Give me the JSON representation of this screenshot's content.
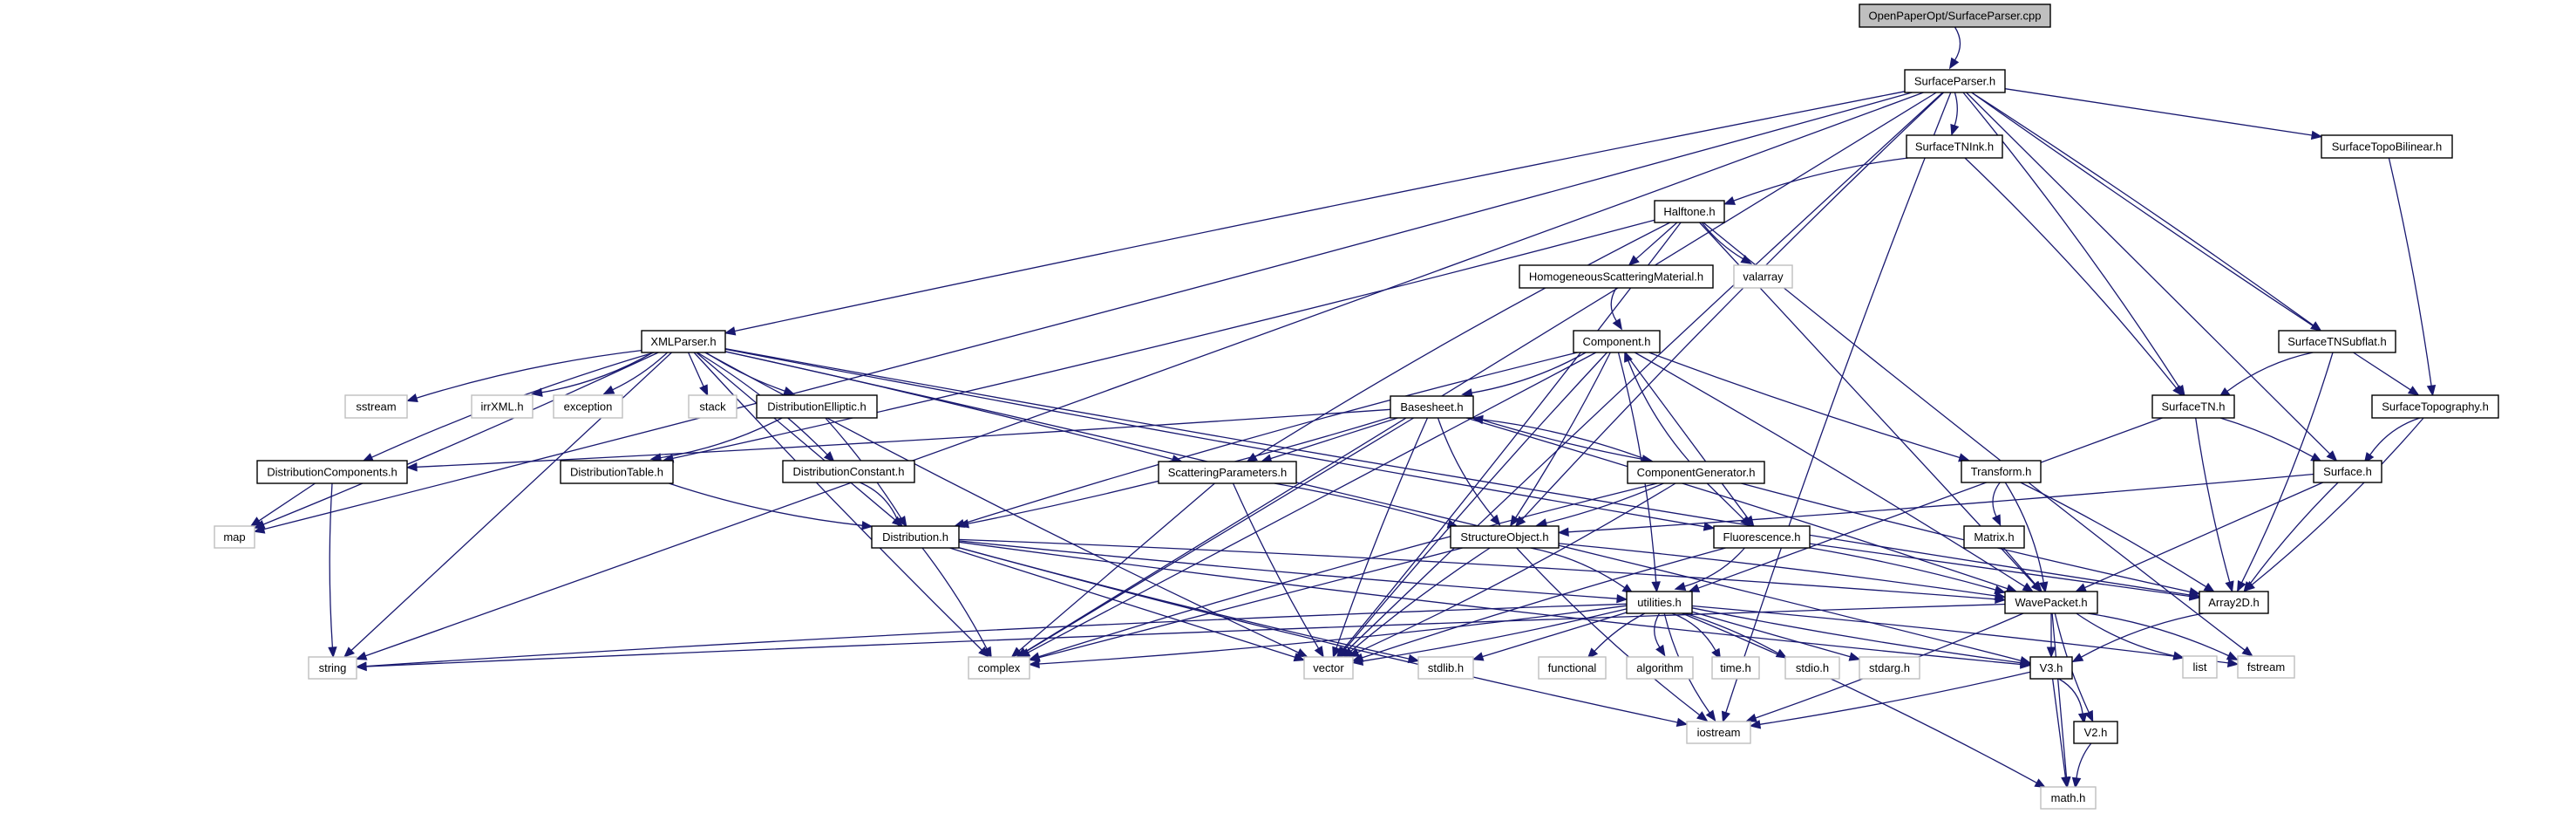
{
  "diagram": {
    "title": "Include dependency graph for OpenPaperOpt/SurfaceParser.cpp",
    "colors": {
      "edge": "#191970",
      "root_fill": "#bfbfbf",
      "header_border": "#000000",
      "system_border": "#bfbfbf",
      "node_fill": "#ffffff"
    },
    "nodes": [
      {
        "id": "root",
        "label": "OpenPaperOpt/SurfaceParser.cpp",
        "kind": "root"
      },
      {
        "id": "SurfaceParser",
        "label": "SurfaceParser.h",
        "kind": "header"
      },
      {
        "id": "SurfaceTNInk",
        "label": "SurfaceTNInk.h",
        "kind": "header"
      },
      {
        "id": "SurfaceTopoBilinear",
        "label": "SurfaceTopoBilinear.h",
        "kind": "header"
      },
      {
        "id": "Halftone",
        "label": "Halftone.h",
        "kind": "header"
      },
      {
        "id": "HomogeneousScatteringMaterial",
        "label": "HomogeneousScatteringMaterial.h",
        "kind": "header"
      },
      {
        "id": "valarray",
        "label": "valarray",
        "kind": "system"
      },
      {
        "id": "XMLParser",
        "label": "XMLParser.h",
        "kind": "header"
      },
      {
        "id": "Component",
        "label": "Component.h",
        "kind": "header"
      },
      {
        "id": "SurfaceTNSubflat",
        "label": "SurfaceTNSubflat.h",
        "kind": "header"
      },
      {
        "id": "sstream",
        "label": "sstream",
        "kind": "system"
      },
      {
        "id": "irrXML",
        "label": "irrXML.h",
        "kind": "system"
      },
      {
        "id": "exception",
        "label": "exception",
        "kind": "system"
      },
      {
        "id": "stack",
        "label": "stack",
        "kind": "system"
      },
      {
        "id": "DistributionElliptic",
        "label": "DistributionElliptic.h",
        "kind": "header"
      },
      {
        "id": "Basesheet",
        "label": "Basesheet.h",
        "kind": "header"
      },
      {
        "id": "SurfaceTN",
        "label": "SurfaceTN.h",
        "kind": "header"
      },
      {
        "id": "SurfaceTopography",
        "label": "SurfaceTopography.h",
        "kind": "header"
      },
      {
        "id": "DistributionComponents",
        "label": "DistributionComponents.h",
        "kind": "header"
      },
      {
        "id": "DistributionTable",
        "label": "DistributionTable.h",
        "kind": "header"
      },
      {
        "id": "DistributionConstant",
        "label": "DistributionConstant.h",
        "kind": "header"
      },
      {
        "id": "ScatteringParameters",
        "label": "ScatteringParameters.h",
        "kind": "header"
      },
      {
        "id": "ComponentGenerator",
        "label": "ComponentGenerator.h",
        "kind": "header"
      },
      {
        "id": "Transform",
        "label": "Transform.h",
        "kind": "header"
      },
      {
        "id": "Surface",
        "label": "Surface.h",
        "kind": "header"
      },
      {
        "id": "map",
        "label": "map",
        "kind": "system"
      },
      {
        "id": "Distribution",
        "label": "Distribution.h",
        "kind": "header"
      },
      {
        "id": "StructureObject",
        "label": "StructureObject.h",
        "kind": "header"
      },
      {
        "id": "Fluorescence",
        "label": "Fluorescence.h",
        "kind": "header"
      },
      {
        "id": "Matrix",
        "label": "Matrix.h",
        "kind": "header"
      },
      {
        "id": "utilities",
        "label": "utilities.h",
        "kind": "header"
      },
      {
        "id": "WavePacket",
        "label": "WavePacket.h",
        "kind": "header"
      },
      {
        "id": "Array2D",
        "label": "Array2D.h",
        "kind": "header"
      },
      {
        "id": "string",
        "label": "string",
        "kind": "system"
      },
      {
        "id": "complex",
        "label": "complex",
        "kind": "system"
      },
      {
        "id": "vector",
        "label": "vector",
        "kind": "system"
      },
      {
        "id": "stdlib",
        "label": "stdlib.h",
        "kind": "system"
      },
      {
        "id": "functional",
        "label": "functional",
        "kind": "system"
      },
      {
        "id": "algorithm",
        "label": "algorithm",
        "kind": "system"
      },
      {
        "id": "time",
        "label": "time.h",
        "kind": "system"
      },
      {
        "id": "stdio",
        "label": "stdio.h",
        "kind": "system"
      },
      {
        "id": "stdarg",
        "label": "stdarg.h",
        "kind": "system"
      },
      {
        "id": "V3",
        "label": "V3.h",
        "kind": "header"
      },
      {
        "id": "list",
        "label": "list",
        "kind": "system"
      },
      {
        "id": "fstream",
        "label": "fstream",
        "kind": "system"
      },
      {
        "id": "iostream",
        "label": "iostream",
        "kind": "system"
      },
      {
        "id": "V2",
        "label": "V2.h",
        "kind": "header"
      },
      {
        "id": "math",
        "label": "math.h",
        "kind": "system"
      }
    ],
    "edges": [
      [
        "root",
        "SurfaceParser"
      ],
      [
        "SurfaceParser",
        "SurfaceTNInk"
      ],
      [
        "SurfaceParser",
        "SurfaceTopoBilinear"
      ],
      [
        "SurfaceParser",
        "XMLParser"
      ],
      [
        "SurfaceParser",
        "StructureObject"
      ],
      [
        "SurfaceParser",
        "SurfaceTN"
      ],
      [
        "SurfaceParser",
        "SurfaceTNSubflat"
      ],
      [
        "SurfaceParser",
        "Surface"
      ],
      [
        "SurfaceParser",
        "SurfaceTopography"
      ],
      [
        "SurfaceParser",
        "iostream"
      ],
      [
        "SurfaceParser",
        "map"
      ],
      [
        "SurfaceParser",
        "string"
      ],
      [
        "SurfaceParser",
        "complex"
      ],
      [
        "SurfaceParser",
        "vector"
      ],
      [
        "SurfaceTNInk",
        "Halftone"
      ],
      [
        "SurfaceTNInk",
        "SurfaceTN"
      ],
      [
        "SurfaceTopoBilinear",
        "SurfaceTopography"
      ],
      [
        "Halftone",
        "HomogeneousScatteringMaterial"
      ],
      [
        "Halftone",
        "valarray"
      ],
      [
        "Halftone",
        "ScatteringParameters"
      ],
      [
        "Halftone",
        "DistributionTable"
      ],
      [
        "Halftone",
        "vector"
      ],
      [
        "Halftone",
        "WavePacket"
      ],
      [
        "Halftone",
        "fstream"
      ],
      [
        "HomogeneousScatteringMaterial",
        "Component"
      ],
      [
        "Component",
        "Basesheet"
      ],
      [
        "Component",
        "StructureObject"
      ],
      [
        "Component",
        "Fluorescence"
      ],
      [
        "Component",
        "Transform"
      ],
      [
        "Component",
        "Distribution"
      ],
      [
        "Component",
        "utilities"
      ],
      [
        "Component",
        "WavePacket"
      ],
      [
        "Component",
        "complex"
      ],
      [
        "Component",
        "vector"
      ],
      [
        "XMLParser",
        "sstream"
      ],
      [
        "XMLParser",
        "irrXML"
      ],
      [
        "XMLParser",
        "exception"
      ],
      [
        "XMLParser",
        "stack"
      ],
      [
        "XMLParser",
        "DistributionElliptic"
      ],
      [
        "XMLParser",
        "DistributionComponents"
      ],
      [
        "XMLParser",
        "DistributionConstant"
      ],
      [
        "XMLParser",
        "ScatteringParameters"
      ],
      [
        "XMLParser",
        "Distribution"
      ],
      [
        "XMLParser",
        "Fluorescence"
      ],
      [
        "XMLParser",
        "Array2D"
      ],
      [
        "XMLParser",
        "V3"
      ],
      [
        "XMLParser",
        "map"
      ],
      [
        "XMLParser",
        "string"
      ],
      [
        "XMLParser",
        "complex"
      ],
      [
        "XMLParser",
        "vector"
      ],
      [
        "DistributionElliptic",
        "DistributionTable"
      ],
      [
        "DistributionElliptic",
        "Distribution"
      ],
      [
        "DistributionComponents",
        "map"
      ],
      [
        "DistributionComponents",
        "string"
      ],
      [
        "DistributionTable",
        "Distribution"
      ],
      [
        "DistributionConstant",
        "Distribution"
      ],
      [
        "Basesheet",
        "DistributionComponents"
      ],
      [
        "Basesheet",
        "ScatteringParameters"
      ],
      [
        "Basesheet",
        "ComponentGenerator"
      ],
      [
        "Basesheet",
        "StructureObject"
      ],
      [
        "Basesheet",
        "Distribution"
      ],
      [
        "Basesheet",
        "WavePacket"
      ],
      [
        "Basesheet",
        "complex"
      ],
      [
        "Basesheet",
        "vector"
      ],
      [
        "ComponentGenerator",
        "Basesheet"
      ],
      [
        "ComponentGenerator",
        "Component"
      ],
      [
        "ComponentGenerator",
        "StructureObject"
      ],
      [
        "ComponentGenerator",
        "Fluorescence"
      ],
      [
        "ComponentGenerator",
        "Array2D"
      ],
      [
        "ComponentGenerator",
        "complex"
      ],
      [
        "ComponentGenerator",
        "vector"
      ],
      [
        "ScatteringParameters",
        "StructureObject"
      ],
      [
        "ScatteringParameters",
        "complex"
      ],
      [
        "ScatteringParameters",
        "vector"
      ],
      [
        "SurfaceTNSubflat",
        "SurfaceTN"
      ],
      [
        "SurfaceTNSubflat",
        "Array2D"
      ],
      [
        "SurfaceTN",
        "Surface"
      ],
      [
        "SurfaceTN",
        "utilities"
      ],
      [
        "SurfaceTN",
        "Array2D"
      ],
      [
        "SurfaceTopography",
        "Surface"
      ],
      [
        "SurfaceTopography",
        "Array2D"
      ],
      [
        "Surface",
        "StructureObject"
      ],
      [
        "Surface",
        "WavePacket"
      ],
      [
        "Surface",
        "Array2D"
      ],
      [
        "Transform",
        "Matrix"
      ],
      [
        "Transform",
        "WavePacket"
      ],
      [
        "Transform",
        "Array2D"
      ],
      [
        "Matrix",
        "WavePacket"
      ],
      [
        "Distribution",
        "utilities"
      ],
      [
        "Distribution",
        "V3"
      ],
      [
        "Distribution",
        "WavePacket"
      ],
      [
        "Distribution",
        "complex"
      ],
      [
        "Distribution",
        "vector"
      ],
      [
        "Distribution",
        "stdlib"
      ],
      [
        "Distribution",
        "iostream"
      ],
      [
        "StructureObject",
        "utilities"
      ],
      [
        "StructureObject",
        "WavePacket"
      ],
      [
        "StructureObject",
        "complex"
      ],
      [
        "StructureObject",
        "vector"
      ],
      [
        "StructureObject",
        "iostream"
      ],
      [
        "Fluorescence",
        "utilities"
      ],
      [
        "Fluorescence",
        "WavePacket"
      ],
      [
        "Fluorescence",
        "Array2D"
      ],
      [
        "Fluorescence",
        "vector"
      ],
      [
        "utilities",
        "string"
      ],
      [
        "utilities",
        "complex"
      ],
      [
        "utilities",
        "vector"
      ],
      [
        "utilities",
        "stdlib"
      ],
      [
        "utilities",
        "functional"
      ],
      [
        "utilities",
        "algorithm"
      ],
      [
        "utilities",
        "time"
      ],
      [
        "utilities",
        "stdio"
      ],
      [
        "utilities",
        "stdarg"
      ],
      [
        "utilities",
        "V3"
      ],
      [
        "utilities",
        "iostream"
      ],
      [
        "utilities",
        "math"
      ],
      [
        "utilities",
        "fstream"
      ],
      [
        "WavePacket",
        "V3"
      ],
      [
        "WavePacket",
        "V2"
      ],
      [
        "WavePacket",
        "list"
      ],
      [
        "WavePacket",
        "fstream"
      ],
      [
        "WavePacket",
        "iostream"
      ],
      [
        "WavePacket",
        "math"
      ],
      [
        "WavePacket",
        "string"
      ],
      [
        "Array2D",
        "V3"
      ],
      [
        "V3",
        "V2"
      ],
      [
        "V3",
        "iostream"
      ],
      [
        "V3",
        "math"
      ],
      [
        "V2",
        "math"
      ]
    ]
  }
}
